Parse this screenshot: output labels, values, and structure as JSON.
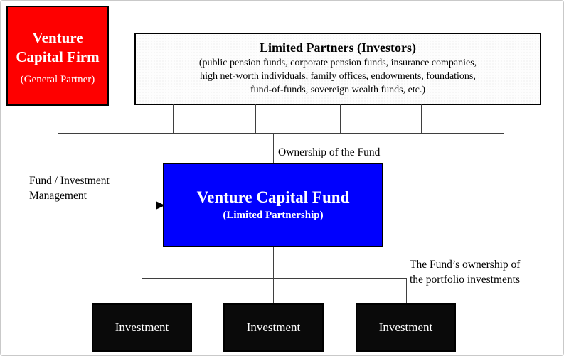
{
  "diagram": {
    "gp_box": {
      "title_line1": "Venture",
      "title_line2": "Capital Firm",
      "subtitle": "(General Partner)"
    },
    "lp_box": {
      "title": "Limited Partners (Investors)",
      "desc_line1": "(public pension funds, corporate pension funds, insurance companies,",
      "desc_line2": "high net-worth individuals, family offices, endowments, foundations,",
      "desc_line3": "fund-of-funds, sovereign wealth funds, etc.)"
    },
    "fund_box": {
      "title": "Venture Capital Fund",
      "subtitle": "(Limited Partnership)"
    },
    "investments": [
      {
        "label": "Investment"
      },
      {
        "label": "Investment"
      },
      {
        "label": "Investment"
      }
    ],
    "labels": {
      "ownership": "Ownership of the Fund",
      "management_line1": "Fund / Investment",
      "management_line2": "Management",
      "portfolio_line1": "The Fund’s ownership of",
      "portfolio_line2": "the portfolio investments"
    },
    "colors": {
      "gp_fill": "#fe0000",
      "fund_fill": "#0000fe",
      "investment_fill": "#0a0a0a",
      "connector": "#3f3f3f"
    }
  }
}
